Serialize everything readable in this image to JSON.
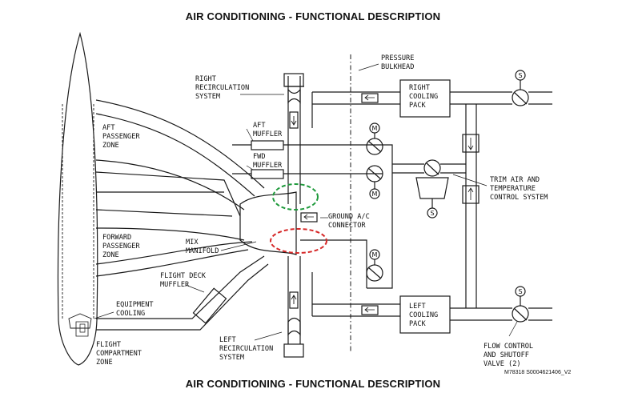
{
  "title_top": "AIR CONDITIONING - FUNCTIONAL DESCRIPTION",
  "title_bottom": "AIR CONDITIONING - FUNCTIONAL DESCRIPTION",
  "labels": {
    "pressure_bulkhead": "PRESSURE\nBULKHEAD",
    "right_recirc": "RIGHT\nRECIRCULATION\nSYSTEM",
    "right_pack": "RIGHT\nCOOLING\nPACK",
    "aft_pax_zone": "AFT\nPASSENGER\nZONE",
    "aft_muffler": "AFT\nMUFFLER",
    "fwd_muffler": "FWD\nMUFFLER",
    "trim_air": "TRIM AIR AND\nTEMPERATURE\nCONTROL SYSTEM",
    "ground_ac": "GROUND A/C\nCONNECTOR",
    "fwd_pax_zone": "FORWARD\nPASSENGER\nZONE",
    "mix_manifold": "MIX\nMANIFOLD",
    "flight_deck_muffler": "FLIGHT DECK\nMUFFLER",
    "equipment_cooling": "EQUIPMENT\nCOOLING",
    "left_pack": "LEFT\nCOOLING\nPACK",
    "flight_compartment": "FLIGHT\nCOMPARTMENT\nZONE",
    "left_recirc": "LEFT\nRECIRCULATION\nSYSTEM",
    "flow_control": "FLOW CONTROL\nAND SHUTOFF\nVALVE (2)",
    "figure_ref": "M78318 S0004621406_V2"
  },
  "symbols": {
    "motor": "M",
    "solenoid": "S"
  },
  "colors": {
    "line": "#1a1a1a",
    "green_highlight": "#1f9a3c",
    "red_highlight": "#d62828"
  }
}
